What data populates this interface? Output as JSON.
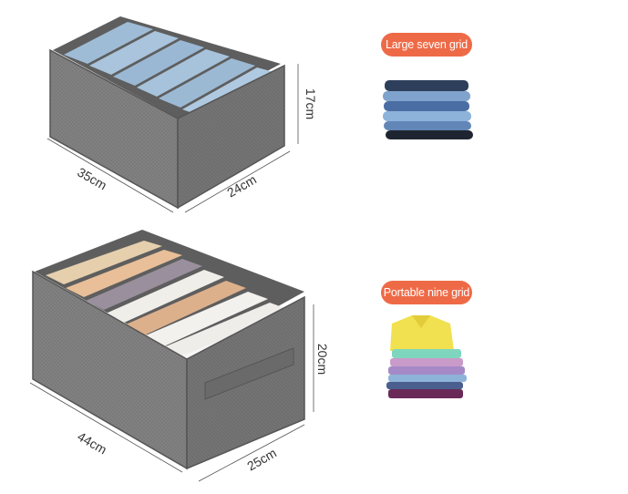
{
  "products": [
    {
      "id": "seven-grid",
      "badge_label": "Large seven grid",
      "dimensions": {
        "length": "35cm",
        "width": "24cm",
        "height": "17cm"
      },
      "clothing": "jeans-stack",
      "clothing_colors": [
        "#2e3f5c",
        "#7fa3cc",
        "#4a6ea3",
        "#8db3da",
        "#1f2530"
      ]
    },
    {
      "id": "nine-grid",
      "badge_label": "Portable nine grid",
      "dimensions": {
        "length": "44cm",
        "width": "25cm",
        "height": "20cm"
      },
      "clothing": "polo-shirt-stack",
      "clothing_colors": [
        "#f1e04f",
        "#7fd6be",
        "#c99bc9",
        "#a58ac7",
        "#8eb3d8",
        "#4a5f8e",
        "#6a2a58"
      ]
    }
  ],
  "colors": {
    "badge": "#ee6a47",
    "badge_text": "#ffffff",
    "box_fabric": "#7c7c7c",
    "box_fabric_dark": "#5c5c5c",
    "dimension_line": "#555555",
    "dimension_text": "#333333"
  }
}
